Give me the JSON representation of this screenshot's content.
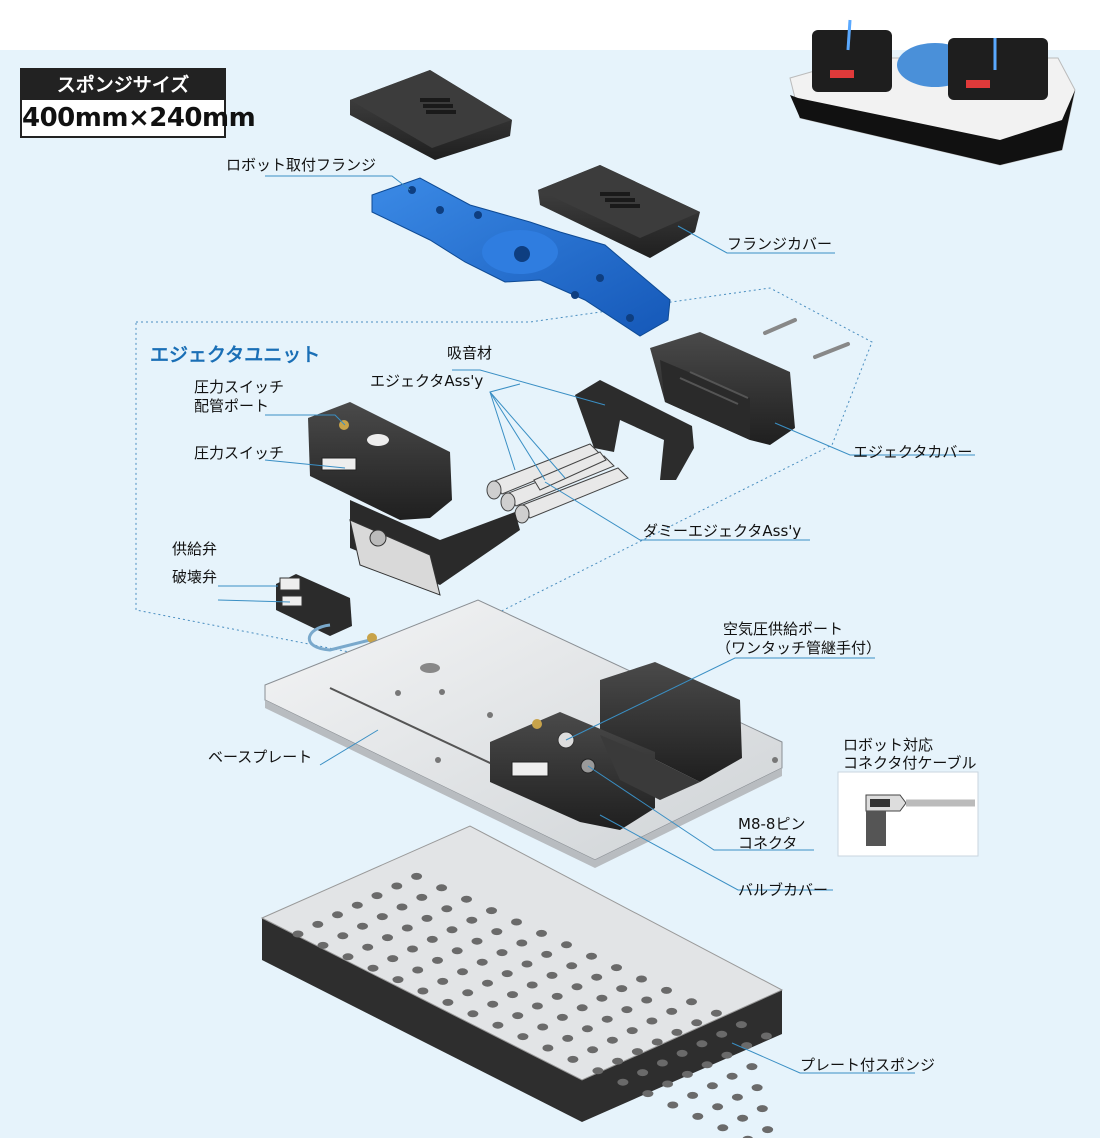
{
  "sponge_size": {
    "title": "スポンジサイズ",
    "value": "400mm×240mm"
  },
  "group_title": "エジェクタユニット",
  "labels": {
    "robot_flange": "ロボット取付フランジ",
    "flange_cover": "フランジカバー",
    "absorbent": "吸音材",
    "ejector_assy": "エジェクタAss'y",
    "pressure_switch_port_line1": "圧力スイッチ",
    "pressure_switch_port_line2": "配管ポート",
    "pressure_switch": "圧力スイッチ",
    "ejector_cover": "エジェクタカバー",
    "dummy_ejector": "ダミーエジェクタAss'y",
    "supply_valve": "供給弁",
    "release_valve": "破壊弁",
    "air_port_line1": "空気圧供給ポート",
    "air_port_line2": "（ワンタッチ管継手付）",
    "cable_line1": "ロボット対応",
    "cable_line2": "コネクタ付ケーブル",
    "base_plate": "ベースプレート",
    "m8_line1": "M8-8ピン",
    "m8_line2": "コネクタ",
    "valve_cover": "バルブカバー",
    "plate_sponge": "プレート付スポンジ"
  },
  "colors": {
    "background": "#e6f3fb",
    "flange_blue": "#1f6fd1",
    "title_blue": "#1a6fb6",
    "leader_line": "#3a8fc4",
    "part_dark": "#2b2b2b"
  }
}
